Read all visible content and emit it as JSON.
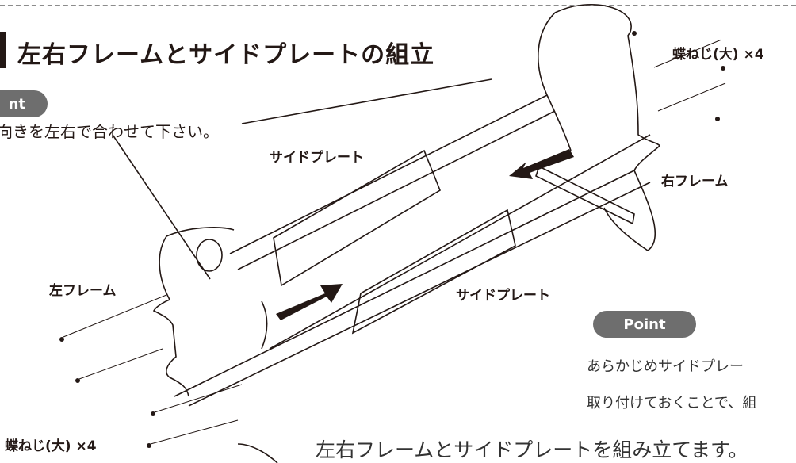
{
  "title": "左右フレームとサイドプレートの組立",
  "point_left": {
    "label": "nt",
    "text": "向きを左右で合わせて下さい。"
  },
  "labels": {
    "side_plate_top": "サイドプレート",
    "side_plate_bottom": "サイドプレート",
    "right_frame": "右フレーム",
    "left_frame": "左フレーム",
    "wing_screw_top": "蝶ねじ(大) ×4",
    "wing_screw_bottom": "蝶ねじ(大) ×4"
  },
  "point_right": {
    "label": "Point",
    "line1": "あらかじめサイドプレー",
    "line2": "取り付けておくことで、組"
  },
  "caption": "左右フレームとサイドプレートを組み立てます。"
}
